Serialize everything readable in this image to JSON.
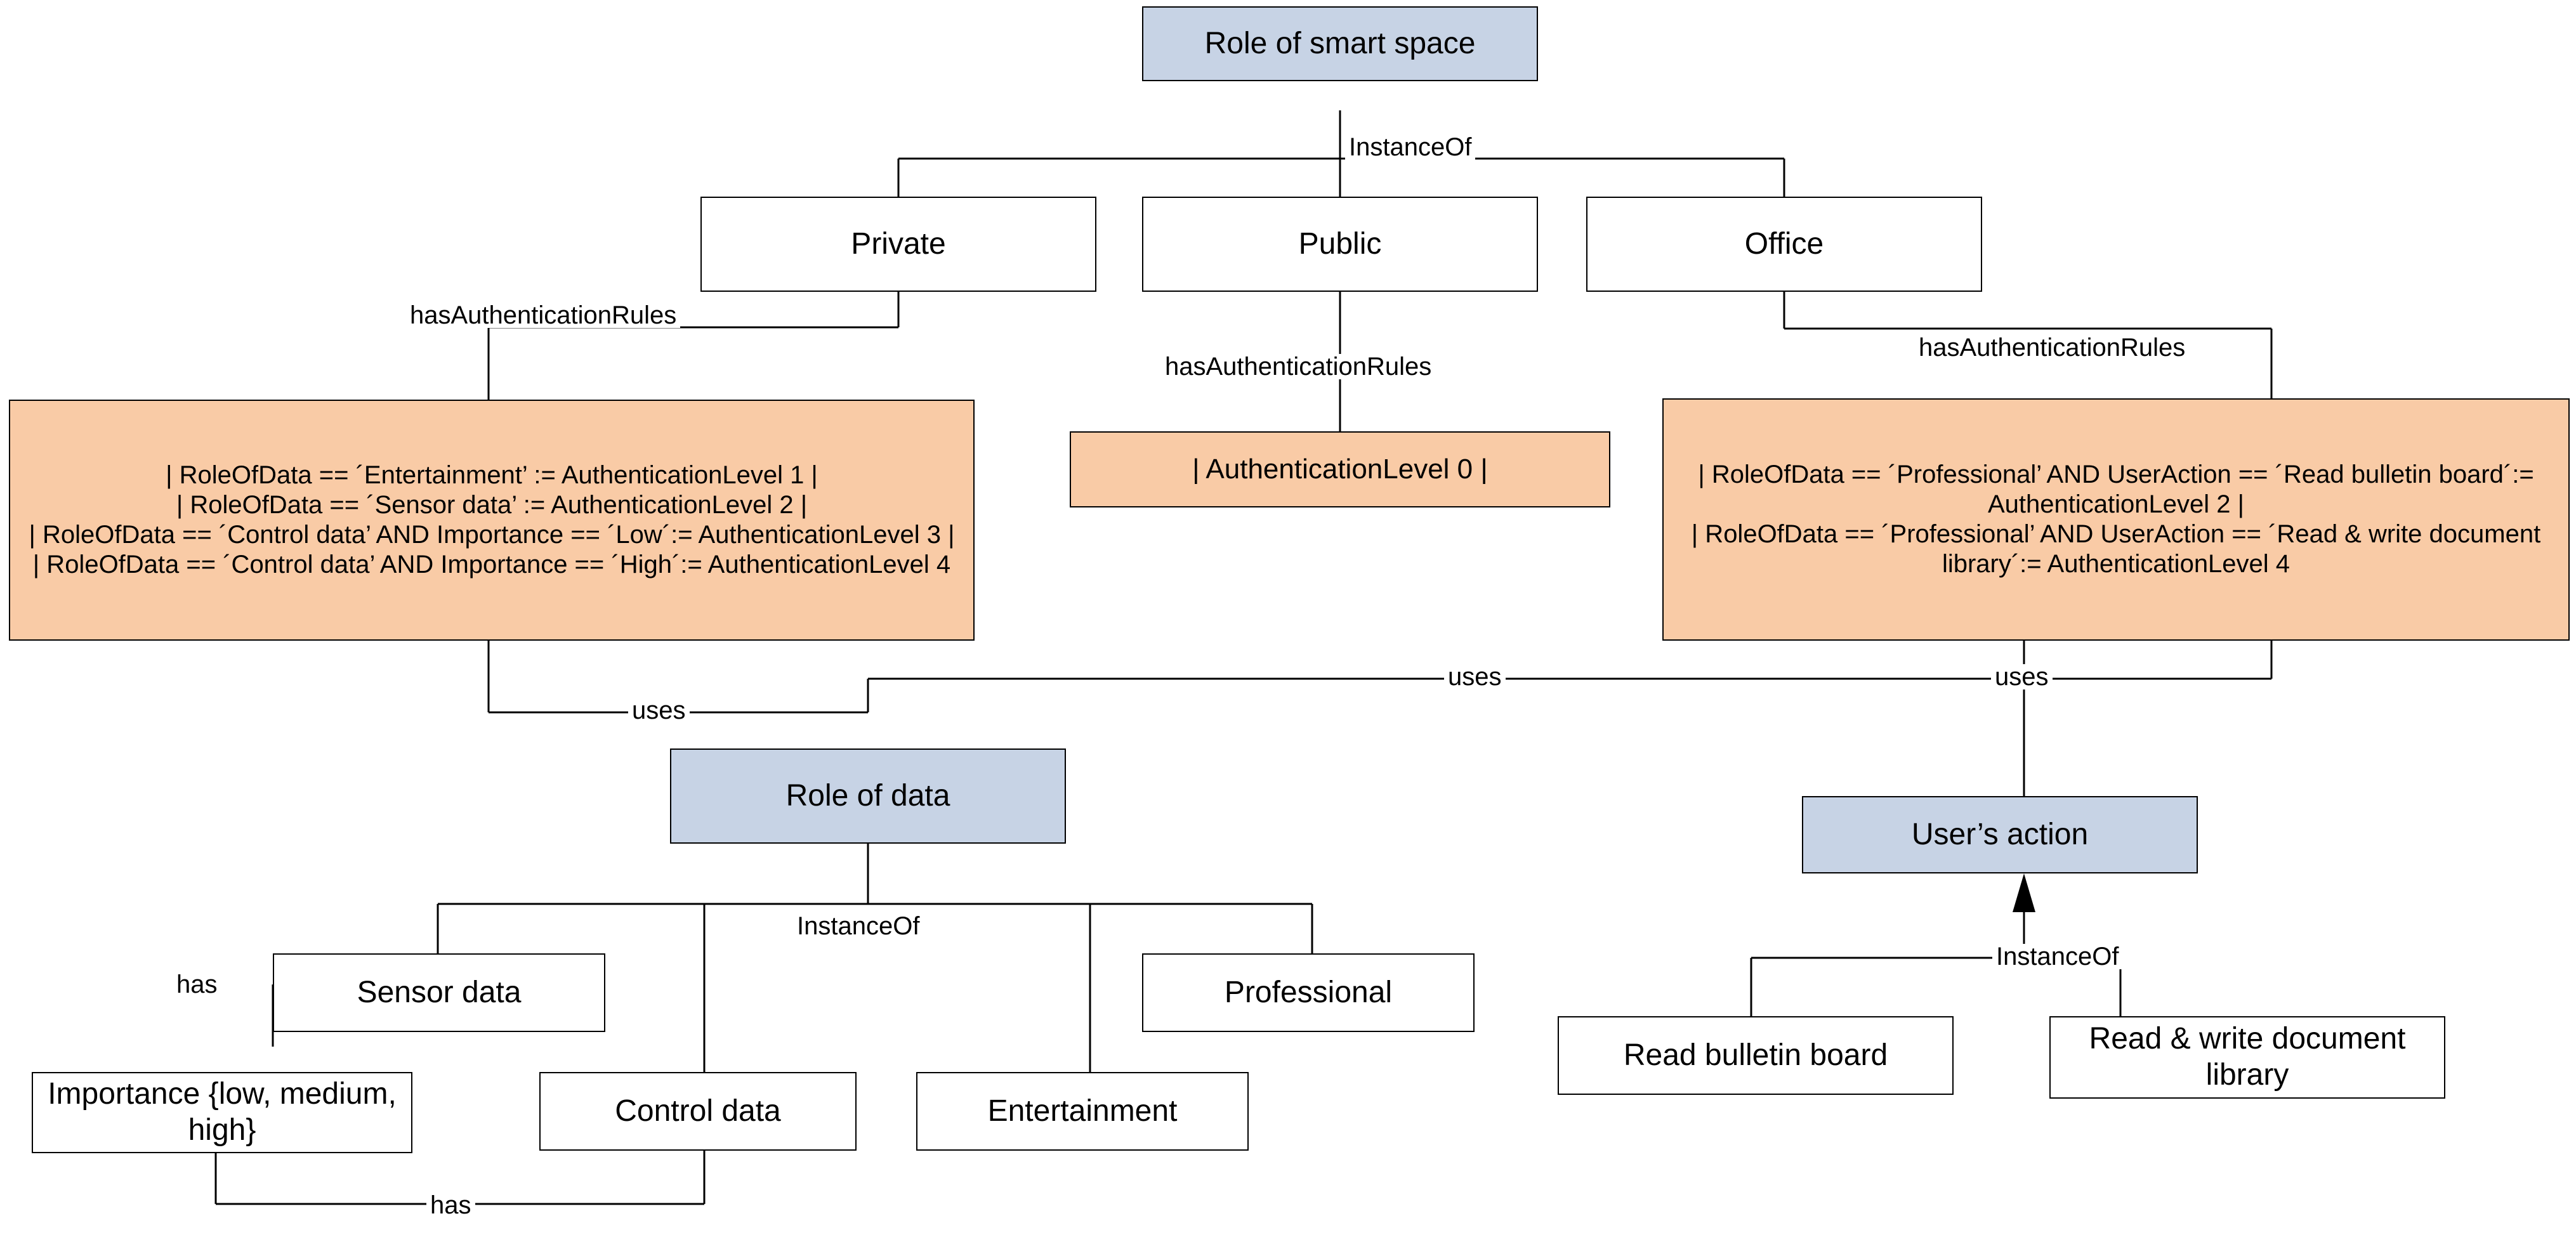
{
  "diagram": {
    "title_node": "Role of smart space",
    "nodes": {
      "role_of_smart_space": "Role of smart space",
      "private": "Private",
      "public": "Public",
      "office": "Office",
      "private_rules": "| RoleOfData == ´Entertainment’ := AuthenticationLevel 1 |\n| RoleOfData == ´Sensor data’ := AuthenticationLevel 2 |\n| RoleOfData == ´Control data’ AND Importance == ´Low´:= AuthenticationLevel 3 |\n| RoleOfData == ´Control data’ AND Importance == ´High´:= AuthenticationLevel 4",
      "public_rules": "| AuthenticationLevel 0 |",
      "office_rules": "| RoleOfData == ´Professional’ AND UserAction == ´Read bulletin board´:= AuthenticationLevel 2 |\n| RoleOfData == ´Professional’ AND UserAction == ´Read & write document library´:= AuthenticationLevel 4",
      "role_of_data": "Role of data",
      "sensor_data": "Sensor data",
      "control_data": "Control data",
      "entertainment": "Entertainment",
      "professional": "Professional",
      "importance": "Importance {low, medium, high}",
      "users_action": "User’s action",
      "read_bulletin_board": "Read bulletin board",
      "read_write_document_library": "Read & write document library"
    },
    "edge_labels": {
      "instance_of_top": "InstanceOf",
      "has_auth_rules_private": "hasAuthenticationRules",
      "has_auth_rules_public": "hasAuthenticationRules",
      "has_auth_rules_office": "hasAuthenticationRules",
      "uses_private_to_role_of_data": "uses",
      "uses_office_to_role_of_data": "uses",
      "uses_office_to_users_action": "uses",
      "instance_of_role_of_data": "InstanceOf",
      "instance_of_users_action": "InstanceOf",
      "has_sensor_importance": "has",
      "has_control_importance": "has"
    },
    "colors": {
      "class_fill": "#c7d3e5",
      "rule_fill": "#f9cba6",
      "node_fill": "#ffffff",
      "stroke": "#000000",
      "text": "#000000",
      "background": "#ffffff"
    }
  }
}
